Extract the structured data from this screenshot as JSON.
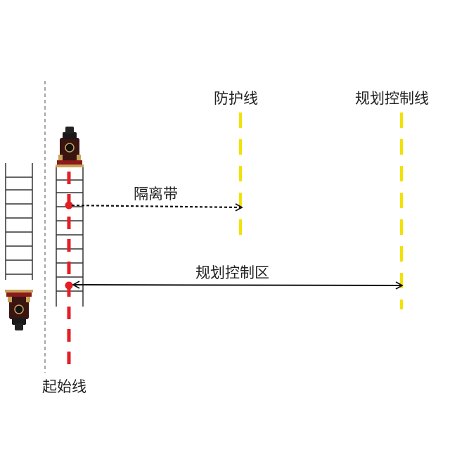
{
  "labels": {
    "protection_line": "防护线",
    "planning_control_line": "规划控制线",
    "isolation_belt": "隔离带",
    "planning_control_zone": "规划控制区",
    "start_line": "起始线"
  },
  "colors": {
    "yellow_line": "#F2E200",
    "red_line": "#E31E24",
    "arrow": "#111111",
    "track": "#333333",
    "boundary": "#888888"
  },
  "icons": [
    "train-icon",
    "train-icon"
  ]
}
